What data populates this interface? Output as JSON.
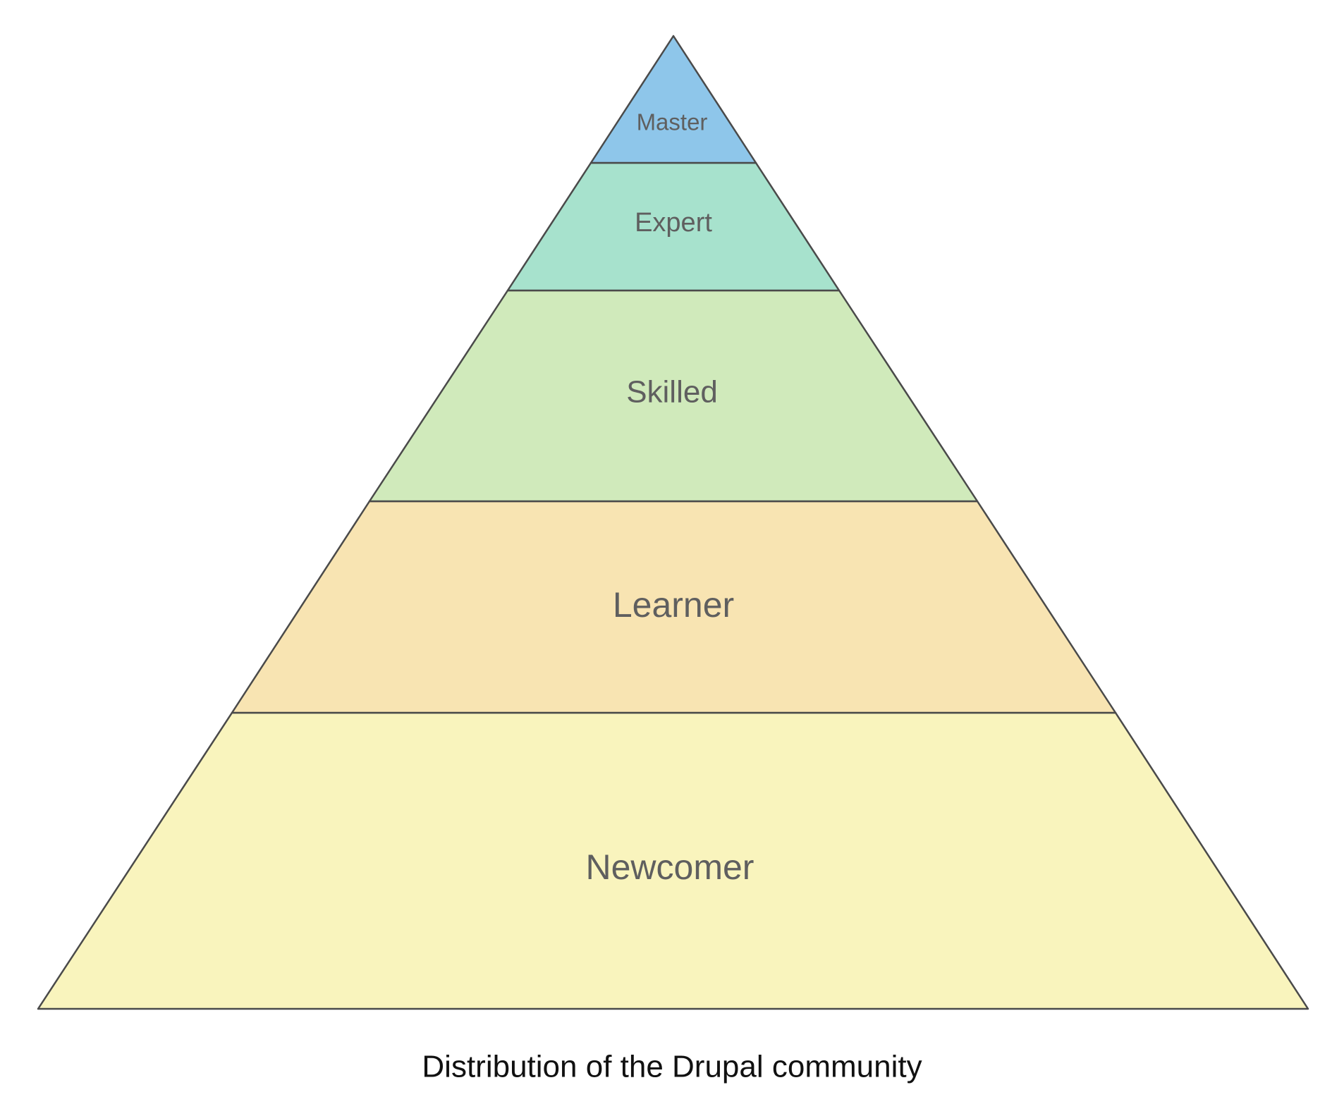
{
  "caption": "Distribution of the Drupal community",
  "tiers": [
    {
      "label": "Master",
      "color": "#8ec6ea"
    },
    {
      "label": "Expert",
      "color": "#a7e2cd"
    },
    {
      "label": "Skilled",
      "color": "#d0eabb"
    },
    {
      "label": "Learner",
      "color": "#f8e4b2"
    },
    {
      "label": "Newcomer",
      "color": "#f9f4bd"
    }
  ]
}
